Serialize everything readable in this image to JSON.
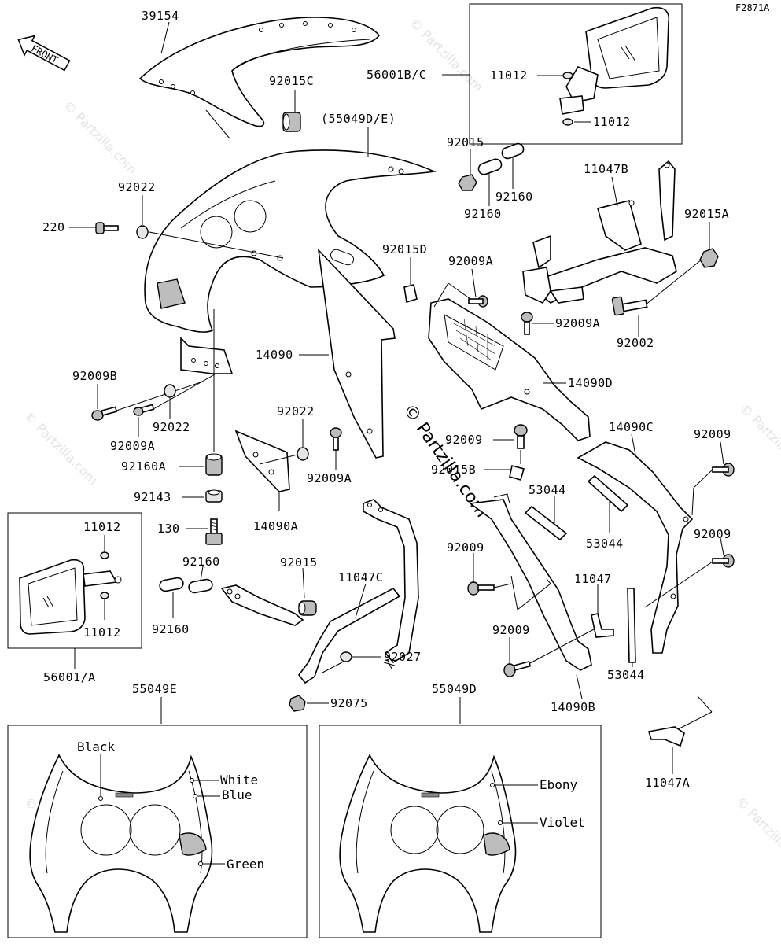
{
  "diagram_code": "F2871A",
  "front_label": "FRONT",
  "watermark": "© Partzilla.com",
  "labels": {
    "p39154": "39154",
    "p92015C": "92015C",
    "p55049DE": "(55049D/E)",
    "p56001BC": "56001B/C",
    "p11012_top1": "11012",
    "p11012_top2": "11012",
    "p92015_top": "92015",
    "p92160_top1": "92160",
    "p92160_top2": "92160",
    "p11047B": "11047B",
    "p92015A": "92015A",
    "p92022_top": "92022",
    "p220": "220",
    "p92015D": "92015D",
    "p92009A_top": "92009A",
    "p92009A_mid": "92009A",
    "p92002": "92002",
    "p14090": "14090",
    "p14090D": "14090D",
    "p92009B": "92009B",
    "p92022_mid": "92022",
    "p92009A_left": "92009A",
    "p92022_center": "92022",
    "p92009A_center": "92009A",
    "p92009_center": "92009",
    "p92015B": "92015B",
    "p14090C": "14090C",
    "p92009_right1": "92009",
    "p92160A": "92160A",
    "p92143": "92143",
    "p130": "130",
    "p14090A": "14090A",
    "p53044_1": "53044",
    "p53044_2": "53044",
    "p92009_right2": "92009",
    "p11012_left1": "11012",
    "p11012_left2": "11012",
    "p92160_left1": "92160",
    "p92160_left2": "92160",
    "p92015_mid": "92015",
    "p11047C": "11047C",
    "p92009_lower1": "92009",
    "p11047": "11047",
    "p92009_lower2": "92009",
    "p53044_3": "53044",
    "p92027": "92027",
    "p92075": "92075",
    "p14090B": "14090B",
    "p56001A": "56001/A",
    "p55049E": "55049E",
    "p55049D": "55049D",
    "p11047A": "11047A"
  },
  "colors": {
    "left_variant": [
      "Black",
      "White",
      "Blue",
      "Green"
    ],
    "right_variant": [
      "Ebony",
      "Violet"
    ]
  }
}
